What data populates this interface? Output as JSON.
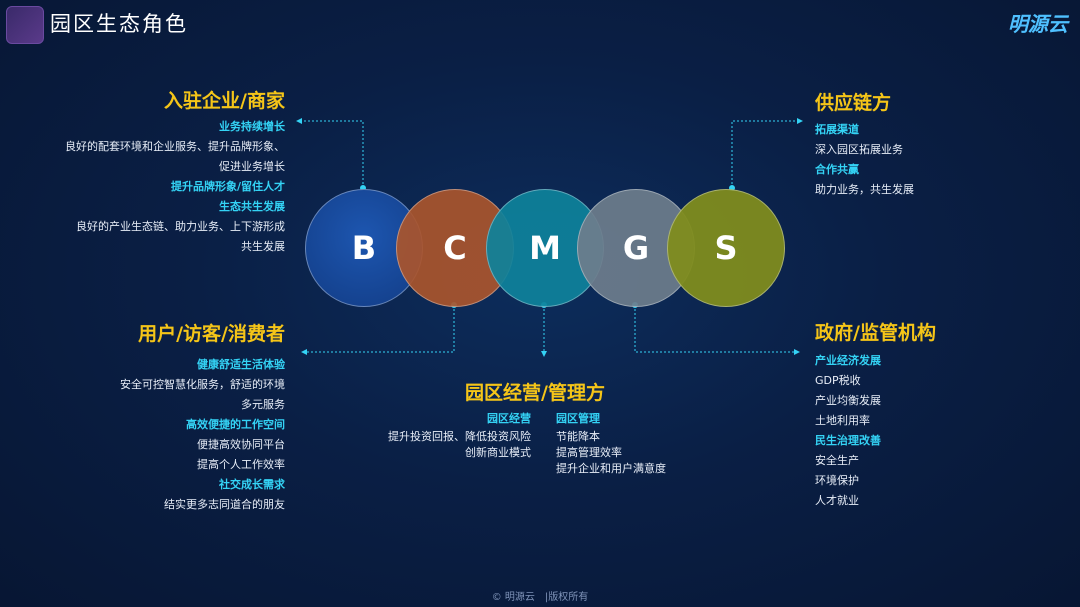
{
  "header": {
    "title": "园区生态角色",
    "brand": "明源云"
  },
  "circles": [
    "B",
    "C",
    "M",
    "G",
    "S"
  ],
  "enterprise": {
    "title": "入驻企业/商家",
    "tag1": "业务持续增长",
    "text1a": "良好的配套环境和企业服务、提升品牌形象、",
    "text1b": "促进业务增长",
    "tag2": "提升品牌形象/留住人才",
    "tag3": "生态共生发展",
    "text3a": "良好的产业生态链、助力业务、上下游形成",
    "text3b": "共生发展"
  },
  "users": {
    "title": "用户/访客/消费者",
    "tag1": "健康舒适生活体验",
    "text1a": "安全可控智慧化服务，舒适的环境",
    "text1b": "多元服务",
    "tag2": "高效便捷的工作空间",
    "text2a": "便捷高效协同平台",
    "text2b": "提高个人工作效率",
    "tag3": "社交成长需求",
    "text3a": "结实更多志同道合的朋友"
  },
  "operator": {
    "title": "园区经营/管理方",
    "left_tag": "园区经营",
    "left_text1": "提升投资回报、降低投资风险",
    "left_text2": "创新商业模式",
    "right_tag": "园区管理",
    "right_text1": "节能降本",
    "right_text2": "提高管理效率",
    "right_text3": "提升企业和用户满意度"
  },
  "supply": {
    "title": "供应链方",
    "tag1": "拓展渠道",
    "text1": "深入园区拓展业务",
    "tag2": "合作共赢",
    "text2": "助力业务，共生发展"
  },
  "government": {
    "title": "政府/监管机构",
    "tag1": "产业经济发展",
    "text1a": "GDP税收",
    "text1b": "产业均衡发展",
    "text1c": "土地利用率",
    "tag2": "民生治理改善",
    "text2a": "安全生产",
    "text2b": "环境保护",
    "text2c": "人才就业"
  },
  "footer": {
    "copyright": "© 明源云　|版权所有"
  },
  "colors": {
    "accent_yellow": "#f5c518",
    "accent_cyan": "#34d3f5",
    "circle_b": "#17479a",
    "circle_c": "#a0522d",
    "circle_m": "#0e7f99",
    "circle_g": "#6a7a8a",
    "circle_s": "#7e8a1e"
  }
}
